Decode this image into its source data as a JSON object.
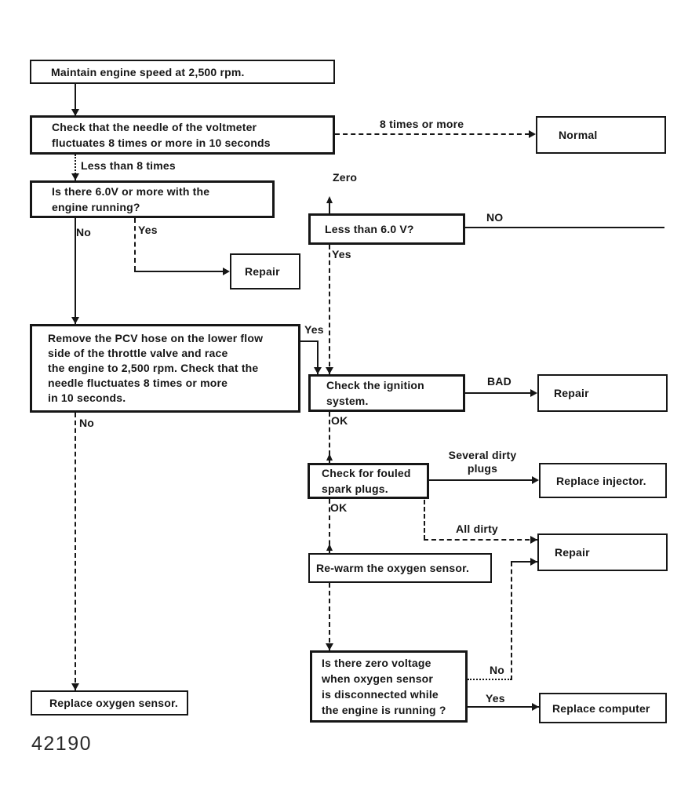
{
  "figure_number": "42190",
  "colors": {
    "ink": "#161616",
    "paper": "#ffffff"
  },
  "nodes": {
    "maintain": {
      "text": "Maintain engine speed at 2,500 rpm."
    },
    "check_needle": {
      "text": "Check that the needle of the voltmeter\nfluctuates 8 times or more in 10 seconds"
    },
    "normal": {
      "text": "Normal"
    },
    "six_v": {
      "text": "Is there 6.0V or more with the\nengine running?"
    },
    "less_than": {
      "text": "Less than 6.0 V?"
    },
    "repair1": {
      "text": "Repair"
    },
    "pcv": {
      "text": "Remove the PCV hose on the lower flow\nside of the throttle valve and race\nthe engine to 2,500 rpm. Check that the\nneedle fluctuates 8 times or more\nin 10 seconds."
    },
    "ignition": {
      "text": "Check the ignition\nsystem."
    },
    "repair2": {
      "text": "Repair"
    },
    "spark": {
      "text": "Check for fouled\nspark plugs."
    },
    "injector": {
      "text": "Replace injector."
    },
    "repair3": {
      "text": "Repair"
    },
    "rewarm": {
      "text": "Re-warm the oxygen sensor."
    },
    "zero_voltage": {
      "text": "Is there zero voltage\nwhen oxygen sensor\nis disconnected while\nthe engine is running ?"
    },
    "replace_o2": {
      "text": "Replace oxygen sensor."
    },
    "replace_computer": {
      "text": "Replace computer"
    }
  },
  "edges": [
    {
      "from": "maintain",
      "to": "check_needle",
      "label": ""
    },
    {
      "from": "check_needle",
      "to": "normal",
      "label": "8 times or more"
    },
    {
      "from": "check_needle",
      "to": "six_v",
      "label": "Less than 8 times"
    },
    {
      "from": "six_v",
      "to": "pcv",
      "label": "No"
    },
    {
      "from": "six_v",
      "to": "repair1",
      "label": "Yes"
    },
    {
      "from": "pcv",
      "to": "replace_o2",
      "label": "No"
    },
    {
      "from": "pcv",
      "to": "ignition",
      "label": "Yes"
    },
    {
      "from": "check_needle",
      "to": "less_than",
      "label": "Zero"
    },
    {
      "from": "less_than",
      "to": "off_chart_right",
      "label": "NO"
    },
    {
      "from": "less_than",
      "to": "ignition",
      "label": "Yes"
    },
    {
      "from": "ignition",
      "to": "repair2",
      "label": "BAD"
    },
    {
      "from": "ignition",
      "to": "spark",
      "label": "OK"
    },
    {
      "from": "spark",
      "to": "injector",
      "label": "Several dirty\nplugs"
    },
    {
      "from": "spark",
      "to": "repair3",
      "label": "All dirty"
    },
    {
      "from": "spark",
      "to": "rewarm",
      "label": "OK"
    },
    {
      "from": "rewarm",
      "to": "zero_voltage",
      "label": ""
    },
    {
      "from": "zero_voltage",
      "to": "repair3",
      "label": "No"
    },
    {
      "from": "zero_voltage",
      "to": "replace_computer",
      "label": "Yes"
    }
  ]
}
